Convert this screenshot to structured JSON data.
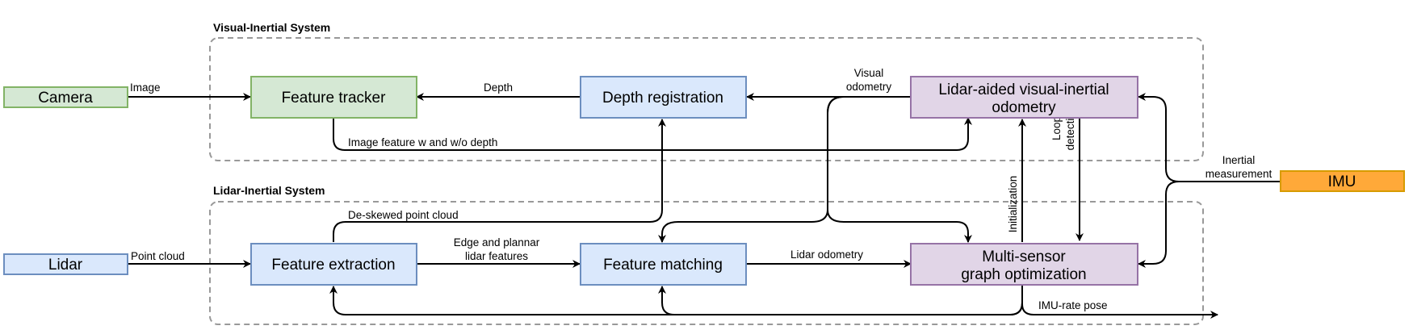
{
  "groups": {
    "visual_inertial": "Visual-Inertial System",
    "lidar_inertial": "Lidar-Inertial System"
  },
  "nodes": {
    "camera": "Camera",
    "lidar": "Lidar",
    "imu": "IMU",
    "feature_tracker": "Feature tracker",
    "depth_registration": "Depth registration",
    "lvio_line1": "Lidar-aided visual-inertial",
    "lvio_line2": "odometry",
    "feature_extraction": "Feature extraction",
    "feature_matching": "Feature matching",
    "mso_line1": "Multi-sensor",
    "mso_line2": "graph optimization"
  },
  "edges": {
    "image": "Image",
    "depth": "Depth",
    "visual_odometry_line1": "Visual",
    "visual_odometry_line2": "odometry",
    "image_feature": "Image feature w and w/o depth",
    "loop_detection_line1": "Loop",
    "loop_detection_line2": "detection",
    "initialization": "Initialization",
    "inertial_measurement_line1": "Inertial",
    "inertial_measurement_line2": "measurement",
    "point_cloud": "Point cloud",
    "deskewed": "De-skewed point cloud",
    "edge_features_line1": "Edge and plannar",
    "edge_features_line2": "lidar features",
    "lidar_odometry": "Lidar odometry",
    "imu_rate_pose": "IMU-rate pose"
  },
  "colors": {
    "green_fill": "#d5e8d4",
    "green_stroke": "#82b366",
    "blue_fill": "#dae8fc",
    "blue_stroke": "#6c8ebf",
    "purple_fill": "#e1d5e7",
    "purple_stroke": "#9673a6",
    "orange_fill": "#ffa939",
    "orange_stroke": "#d79b00"
  }
}
